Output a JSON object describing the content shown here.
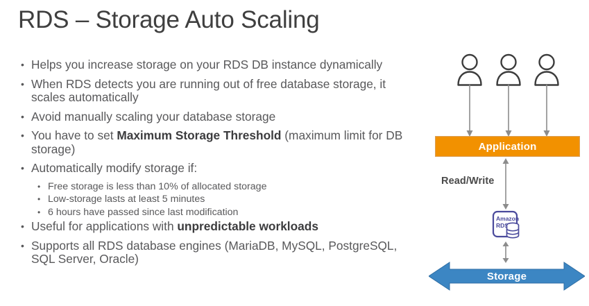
{
  "slide": {
    "title": "RDS – Storage Auto Scaling"
  },
  "bullets": [
    {
      "parts": [
        {
          "text": "Helps you increase storage on your RDS DB instance dynamically",
          "bold": false
        }
      ]
    },
    {
      "parts": [
        {
          "text": "When RDS detects you are running out of free database storage, it scales automatically",
          "bold": false
        }
      ]
    },
    {
      "parts": [
        {
          "text": "Avoid manually scaling your database storage",
          "bold": false
        }
      ]
    },
    {
      "parts": [
        {
          "text": "You have to set ",
          "bold": false
        },
        {
          "text": "Maximum Storage Threshold",
          "bold": true
        },
        {
          "text": " (maximum limit for DB storage)",
          "bold": false
        }
      ]
    },
    {
      "parts": [
        {
          "text": "Automatically modify storage if:",
          "bold": false
        }
      ],
      "subbullets": [
        "Free storage is less than 10% of allocated storage",
        "Low-storage lasts at least 5 minutes",
        "6 hours have passed since last modification"
      ]
    },
    {
      "parts": [
        {
          "text": "Useful for applications with ",
          "bold": false
        },
        {
          "text": "unpredictable workloads",
          "bold": true
        }
      ]
    },
    {
      "parts": [
        {
          "text": "Supports all RDS database engines (MariaDB, MySQL, PostgreSQL, SQL Server, Oracle)",
          "bold": false
        }
      ]
    }
  ],
  "diagram": {
    "users": [
      {
        "name": "user-1"
      },
      {
        "name": "user-2"
      },
      {
        "name": "user-3"
      }
    ],
    "application_box": {
      "label": "Application",
      "fill": "#f29100",
      "text_color": "#ffffff"
    },
    "read_write_label": "Read/Write",
    "rds_node": {
      "line1": "Amazon",
      "line2": "RDS",
      "stroke": "#4a4a9c"
    },
    "storage_arrow": {
      "label": "Storage",
      "fill": "#3c86c3",
      "text_color": "#ffffff"
    },
    "colors": {
      "user_stroke": "#3c3c3c",
      "connector": "#8c8c8c",
      "text_gray": "#58585a"
    }
  }
}
